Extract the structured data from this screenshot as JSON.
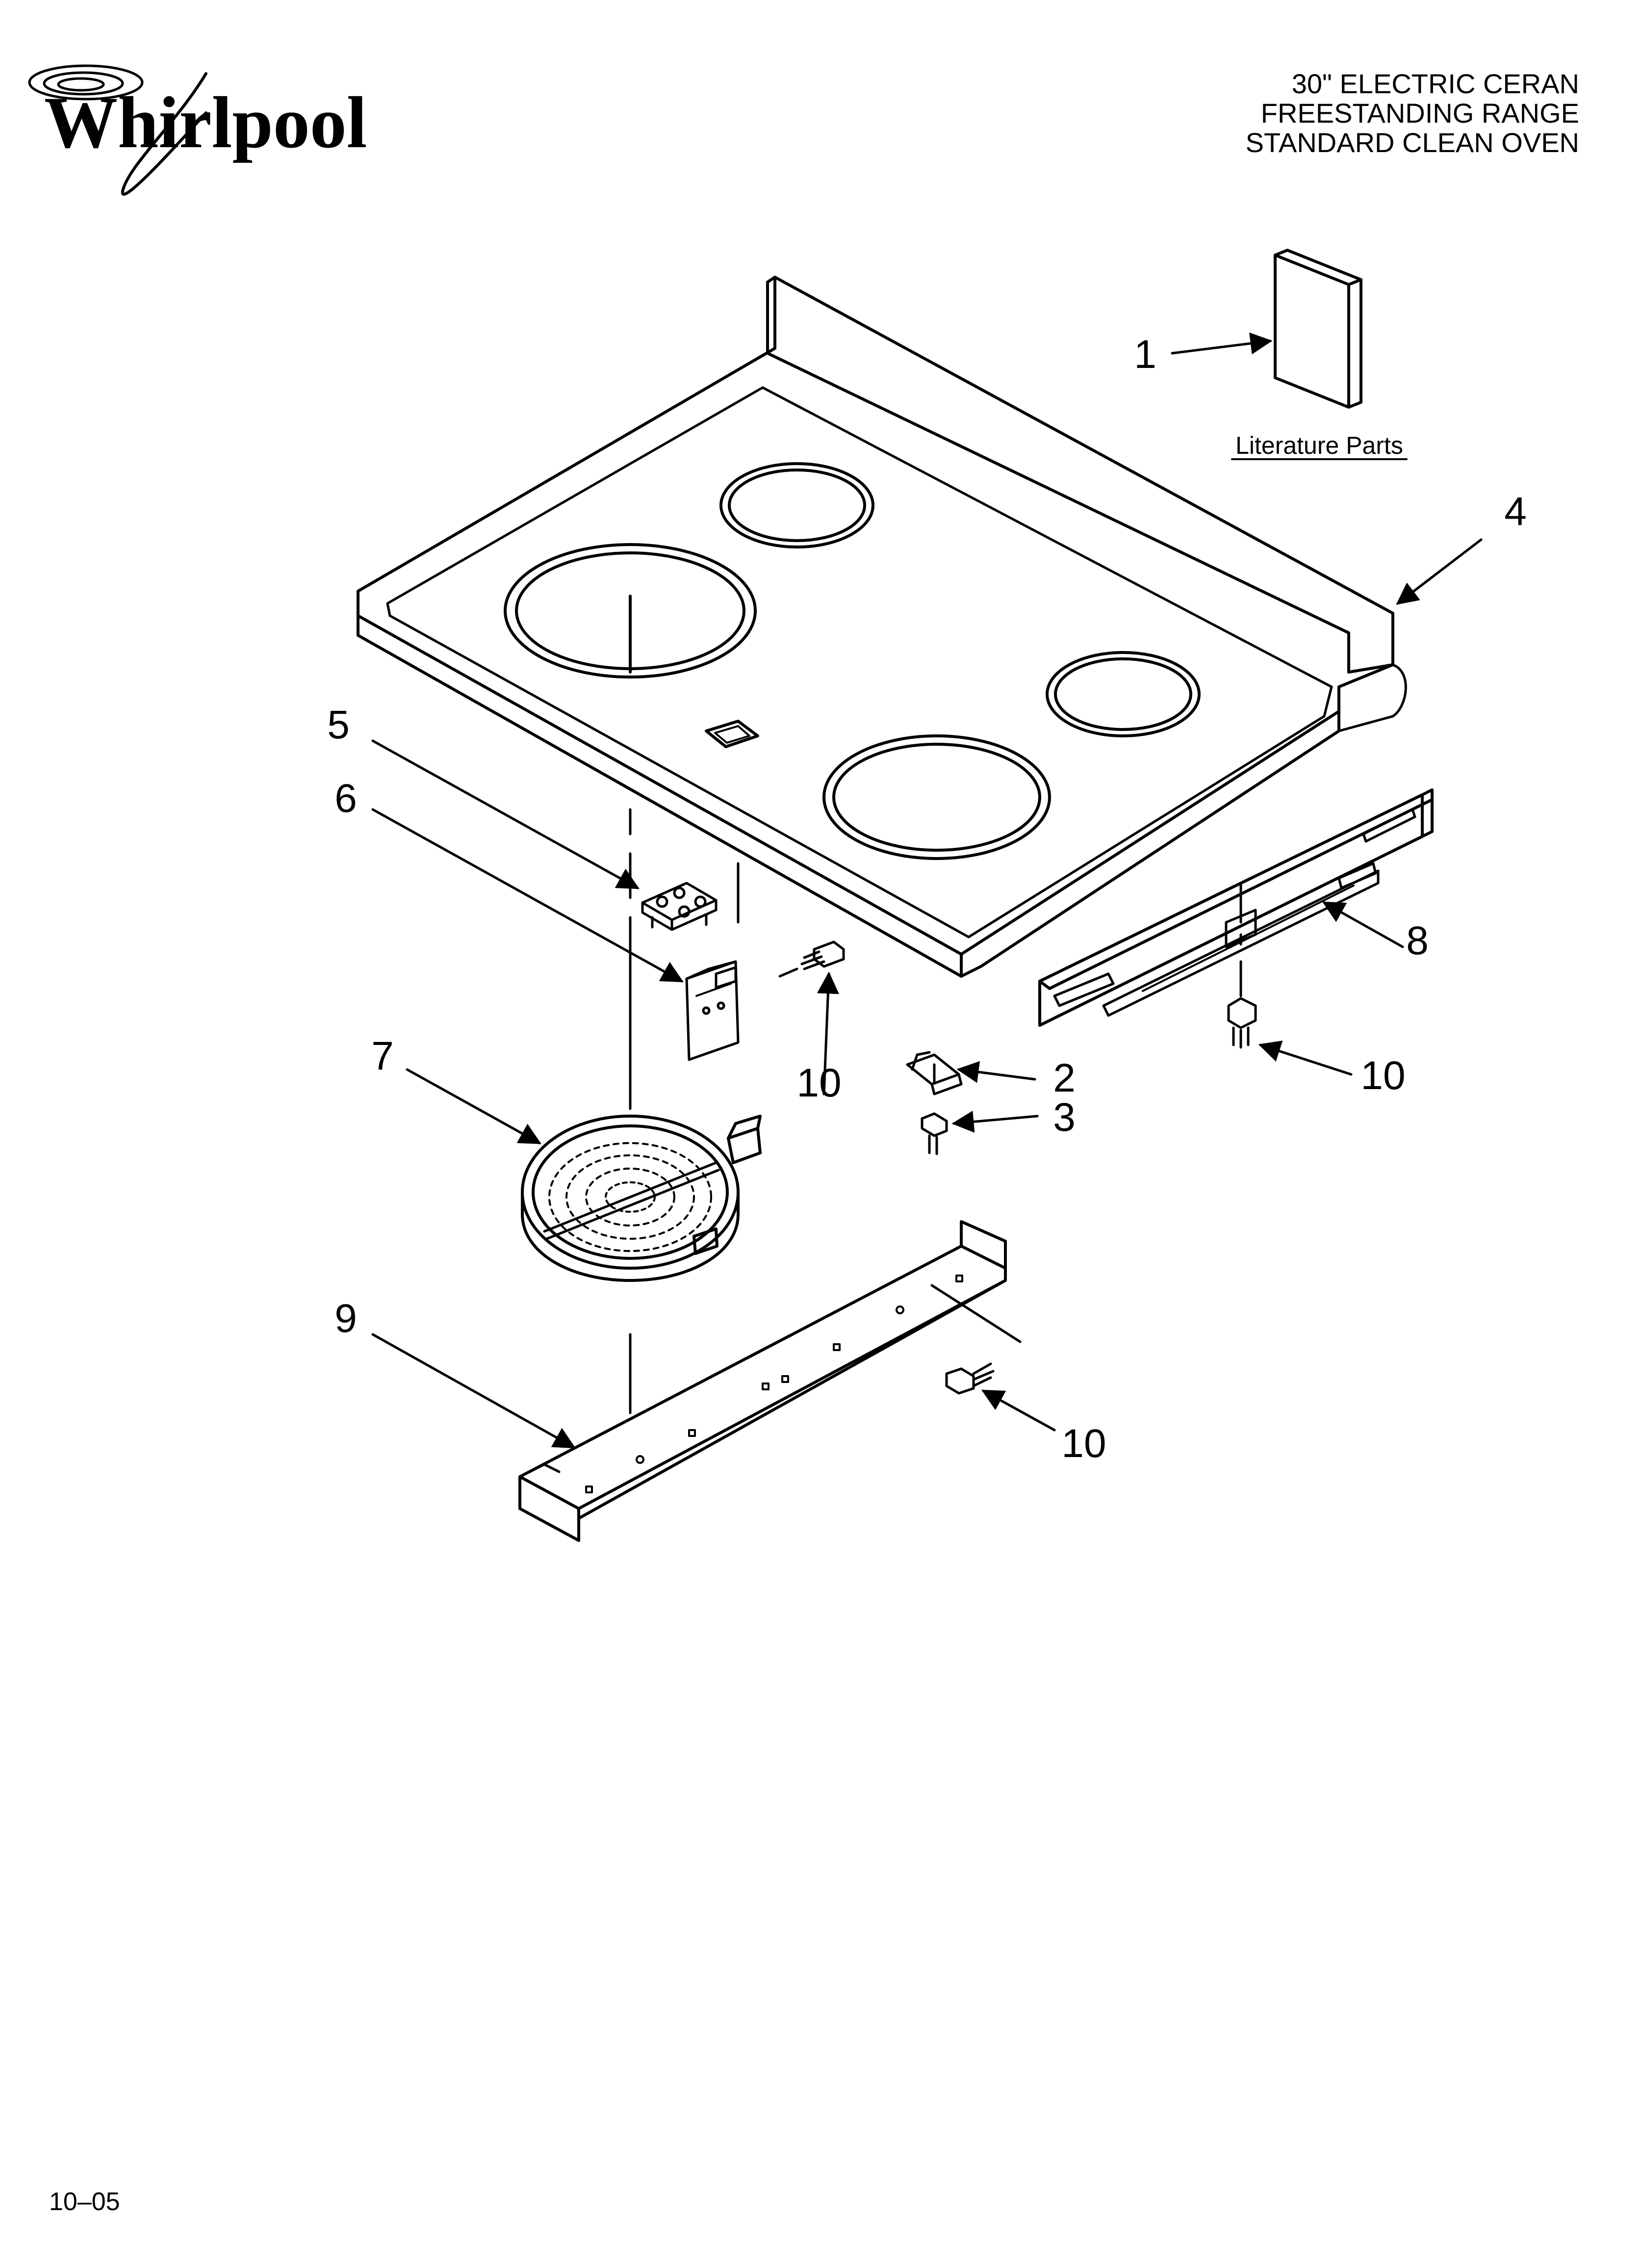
{
  "brand": {
    "name": "Whirlpool"
  },
  "header": {
    "line1": "30\" ELECTRIC CERAN",
    "line2": "FREESTANDING RANGE",
    "line3": "STANDARD CLEAN OVEN"
  },
  "literature": {
    "label": "Literature Parts"
  },
  "callouts": {
    "c1": "1",
    "c2": "2",
    "c3": "3",
    "c4": "4",
    "c5": "5",
    "c6": "6",
    "c7": "7",
    "c8": "8",
    "c9": "9",
    "c10a": "10",
    "c10b": "10",
    "c10c": "10"
  },
  "footer": {
    "code": "10–05"
  }
}
